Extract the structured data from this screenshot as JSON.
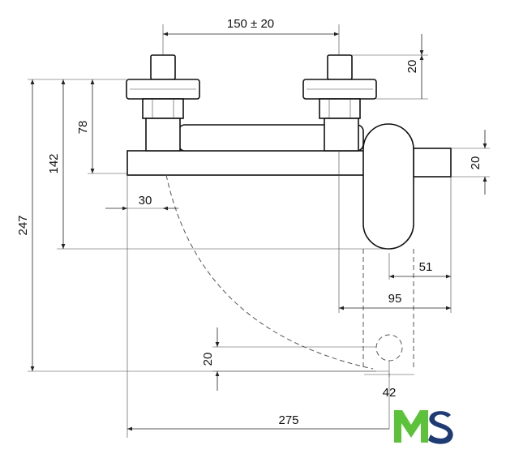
{
  "dimensions": {
    "center_distance": "150 ± 20",
    "stem_height": "20",
    "height_78": "78",
    "height_142": "142",
    "height_247": "247",
    "pipe_diameter": "20",
    "offset_30": "30",
    "spout_51": "51",
    "spout_95": "95",
    "outlet_20": "20",
    "outlet_42": "42",
    "reach_275": "275"
  },
  "logo": {
    "text": "MS",
    "colors": {
      "m": "#5cc23a",
      "s": "#1f3b73"
    }
  }
}
